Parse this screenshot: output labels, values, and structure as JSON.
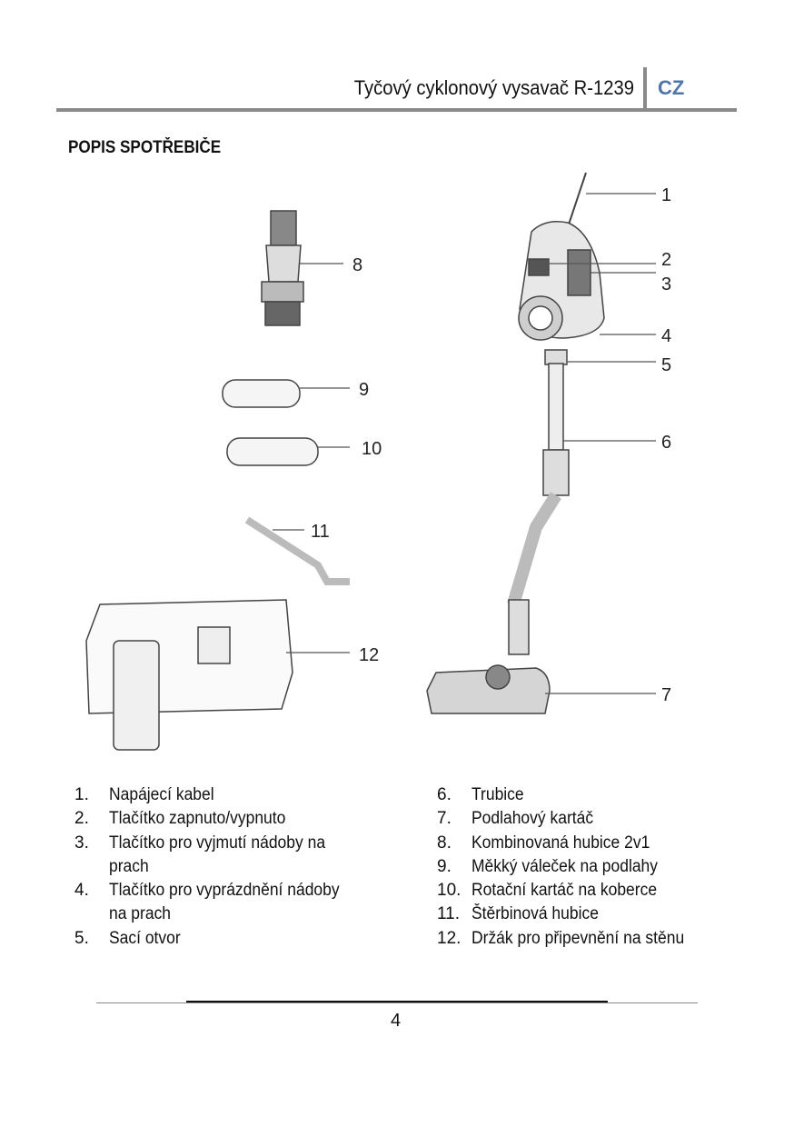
{
  "header": {
    "title": "Tyčový cyklonový vysavač R-1239",
    "lang": "CZ",
    "lang_color": "#4f76a8"
  },
  "section_title": "POPIS SPOTŘEBIČE",
  "callouts": [
    "1",
    "2",
    "3",
    "4",
    "5",
    "6",
    "7",
    "8",
    "9",
    "10",
    "11",
    "12"
  ],
  "parts_left": [
    {
      "num": "1.",
      "label": "Napájecí kabel"
    },
    {
      "num": "2.",
      "label": "Tlačítko zapnuto/vypnuto"
    },
    {
      "num": "3.",
      "label": "Tlačítko pro vyjmutí nádoby na"
    },
    {
      "num": "",
      "label": "prach"
    },
    {
      "num": "4.",
      "label": "Tlačítko pro vyprázdnění nádoby"
    },
    {
      "num": "",
      "label": "na prach"
    },
    {
      "num": "5.",
      "label": "Sací otvor"
    }
  ],
  "parts_right": [
    {
      "num": "6.",
      "label": "Trubice"
    },
    {
      "num": "7.",
      "label": "Podlahový kartáč"
    },
    {
      "num": "8.",
      "label": "Kombinovaná hubice 2v1"
    },
    {
      "num": "9.",
      "label": "Měkký váleček na podlahy"
    },
    {
      "num": "10.",
      "label": "Rotační kartáč na koberce"
    },
    {
      "num": "11.",
      "label": "Štěrbinová hubice"
    },
    {
      "num": "12.",
      "label": "Držák pro připevnění na stěnu"
    }
  ],
  "page_number": "4"
}
